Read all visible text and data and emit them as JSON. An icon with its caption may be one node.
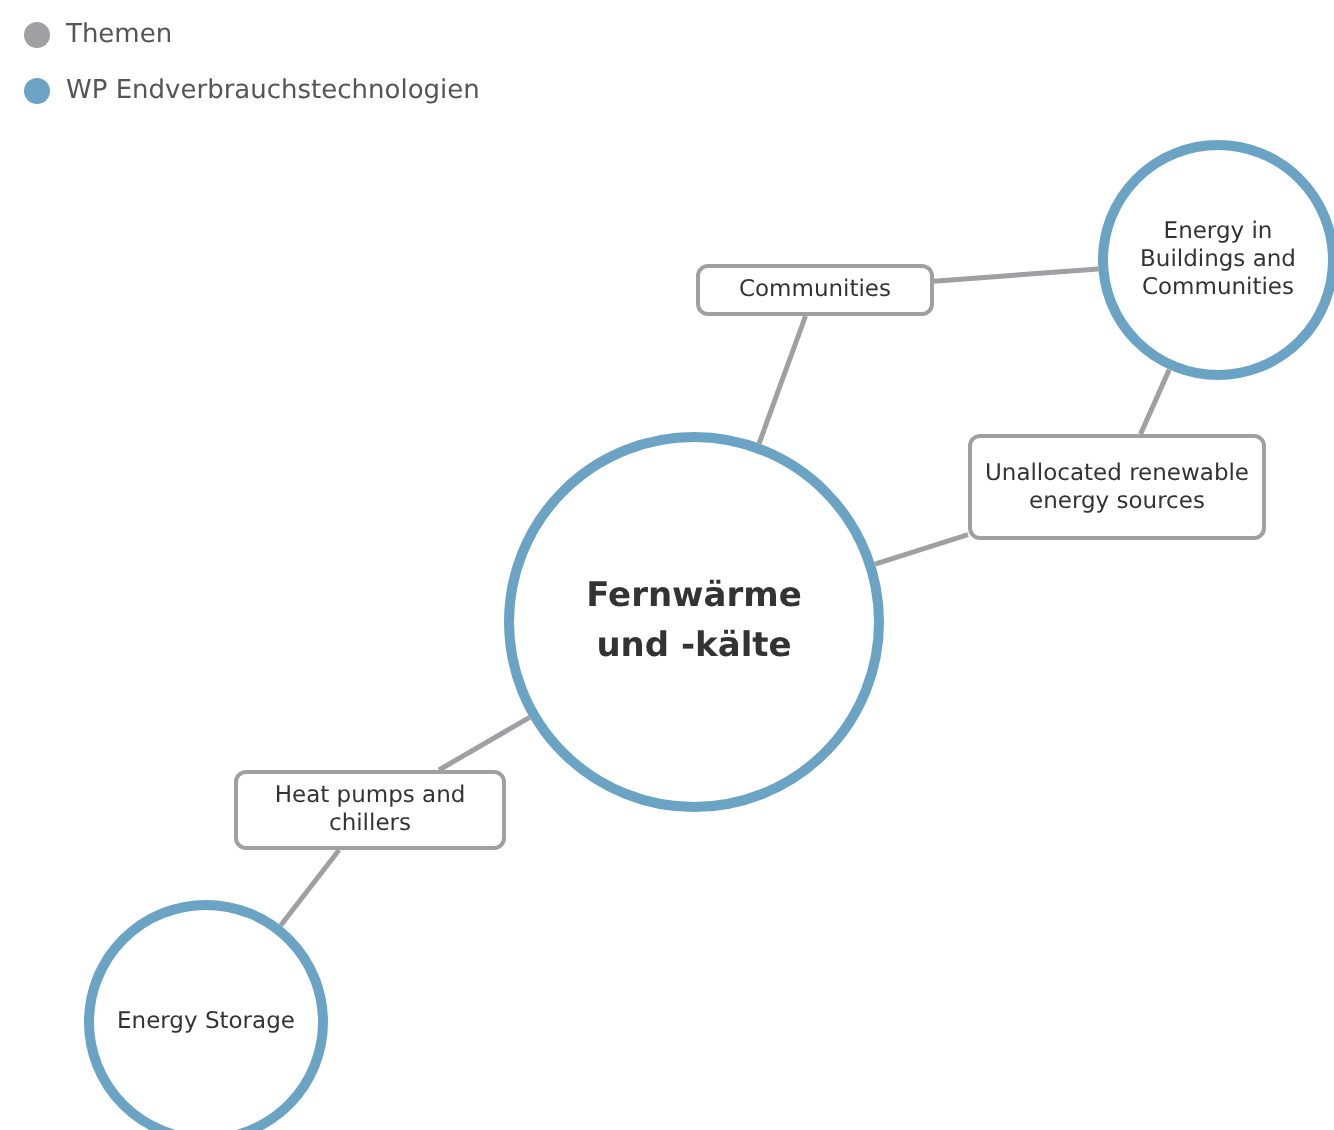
{
  "diagram": {
    "nodes": [
      {
        "text": [
          "Energy in Buildings and Communities"
        ]
      },
      {
        "text": [
          "Communities"
        ]
      },
      {
        "text": [
          "Unallocated renewable energy sources"
        ]
      },
      {
        "text": [
          "Fernwärme und -kälte"
        ]
      },
      {
        "text": [
          "Heat pumps and chillers"
        ]
      },
      {
        "text": [
          "Energy Storage"
        ]
      }
    ],
    "edges": [
      {
        "from": 1,
        "to": 0,
        "arrow": "none"
      },
      {
        "from": 3,
        "to": 1,
        "arrow": "none"
      },
      {
        "from": 0,
        "to": 2,
        "arrow": "none"
      },
      {
        "from": 3,
        "to": 2,
        "arrow": "none"
      },
      {
        "from": 3,
        "to": 4,
        "arrow": "none"
      },
      {
        "from": 4,
        "to": 5,
        "arrow": "none"
      }
    ],
    "legend": [
      {
        "text": "Themen",
        "color": "#a0a0a2"
      },
      {
        "text": "WP Endverbrauchstechnologien",
        "color": "#6aa3c4"
      }
    ]
  }
}
